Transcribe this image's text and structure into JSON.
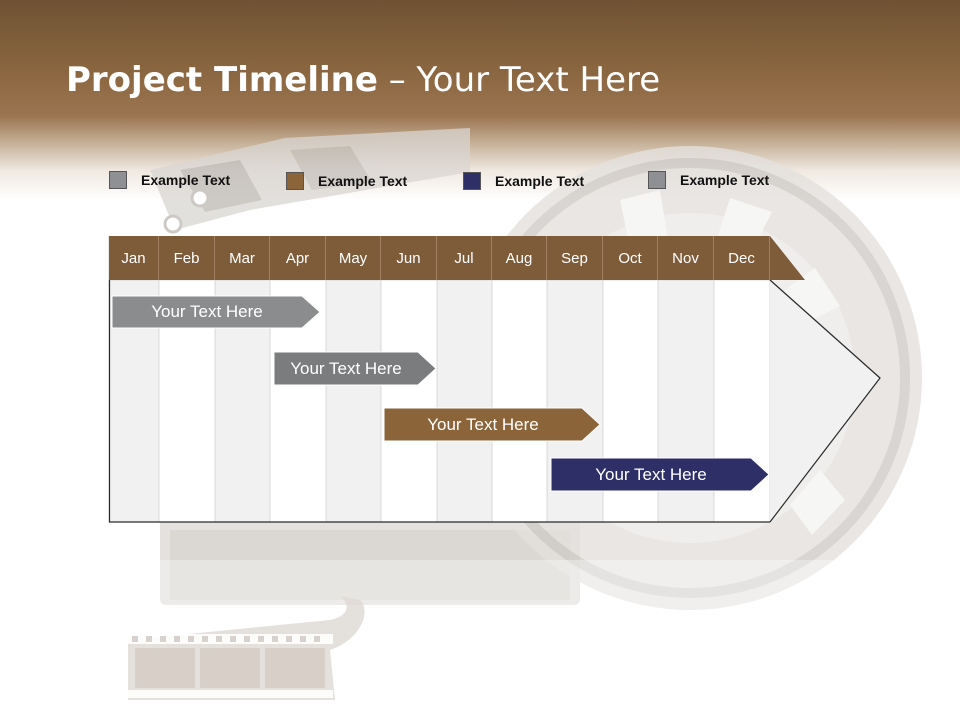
{
  "title": {
    "bold": "Project Timeline",
    "rest": " – Your Text Here"
  },
  "legend": [
    {
      "label": "Example Text",
      "color": "#8e9093"
    },
    {
      "label": "Example Text",
      "color": "#8b6439"
    },
    {
      "label": "Example Text",
      "color": "#2f2f68"
    },
    {
      "label": "Example Text",
      "color": "#8e9093"
    }
  ],
  "months": [
    "Jan",
    "Feb",
    "Mar",
    "Apr",
    "May",
    "Jun",
    "Jul",
    "Aug",
    "Sep",
    "Oct",
    "Nov",
    "Dec"
  ],
  "colors": {
    "header_band": "#7e5c3a",
    "month_header": "#7e5c3a",
    "grey_bar": "#8a8c8e",
    "brown_bar": "#8b6439",
    "navy_bar": "#2f2f68"
  },
  "tasks": [
    {
      "label": "Your  Text Here",
      "color": "#8a8c8e",
      "start_month": "Jan",
      "end_month": "Apr"
    },
    {
      "label": "Your  Text Here",
      "color": "#7a7c7e",
      "start_month": "Apr",
      "end_month": "Jun"
    },
    {
      "label": "Your  Text Here",
      "color": "#8b6439",
      "start_month": "Jun",
      "end_month": "Sep"
    },
    {
      "label": "Your  Text Here",
      "color": "#2f2f68",
      "start_month": "Sep",
      "end_month": "Dec"
    }
  ]
}
